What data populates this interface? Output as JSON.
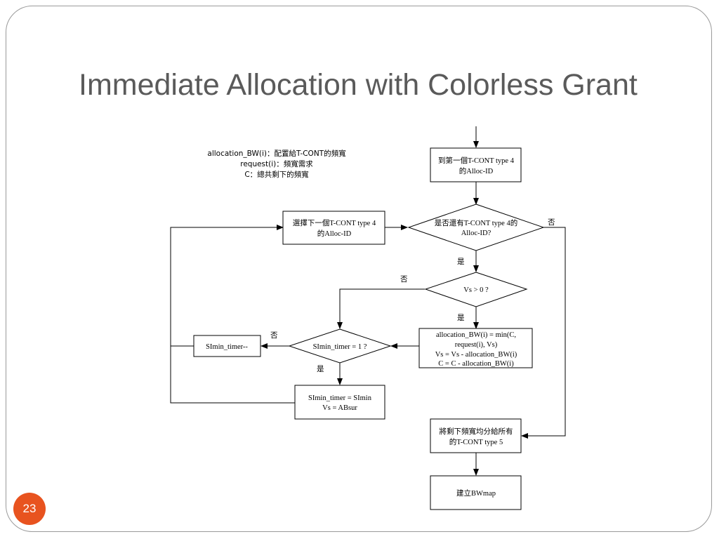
{
  "slide": {
    "title": "Immediate Allocation with Colorless Grant",
    "page_number": "23"
  },
  "colors": {
    "accent": "#e8531f",
    "title_text": "#5a5a5a",
    "frame_border": "#9a9a9a"
  },
  "legend": {
    "line1": "allocation_BW(i)：配置給T-CONT的頻寬",
    "line2": "request(i)：頻寬需求",
    "line3": "C：總共剩下的頻寬"
  },
  "nodes": {
    "first_alloc": [
      "到第一個T-CONT type 4",
      "的Alloc-ID"
    ],
    "next_alloc": [
      "選擇下一個T-CONT type 4",
      "的Alloc-ID"
    ],
    "more_alloc_decision": [
      "是否還有T-CONT type 4的",
      "Alloc-ID?"
    ],
    "vs_decision": "Vs > 0 ?",
    "allocation_box": [
      "allocation_BW(i) = min(C,",
      "request(i), Vs)",
      "Vs = Vs - allocation_BW(i)",
      "C = C - allocation_BW(i)"
    ],
    "simin_decision": "SImin_timer = 1 ?",
    "simin_decrement": "SImin_timer--",
    "simin_reset": [
      "SImin_timer = SImin",
      "Vs = ABsur"
    ],
    "distribute": [
      "將剩下頻寬均分給所有",
      "的T-CONT type 5"
    ],
    "build_bwmap": "建立BWmap"
  },
  "edge_labels": {
    "more_no": "否",
    "more_yes": "是",
    "vs_no": "否",
    "vs_yes": "是",
    "simin_no": "否",
    "simin_yes": "是"
  }
}
